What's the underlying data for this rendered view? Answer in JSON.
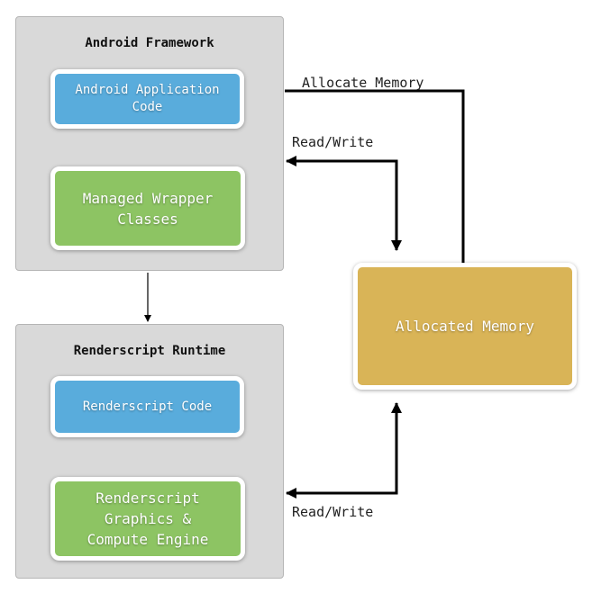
{
  "framework": {
    "title": "Android Framework",
    "app_code": "Android Application\nCode",
    "wrapper": "Managed Wrapper\nClasses"
  },
  "runtime": {
    "title": "Renderscript Runtime",
    "code": "Renderscript Code",
    "engine": "Renderscript\nGraphics &\nCompute Engine"
  },
  "memory": {
    "label": "Allocated Memory"
  },
  "edges": {
    "allocate": "Allocate Memory",
    "read_write_top": "Read/Write",
    "read_write_bottom": "Read/Write"
  },
  "colors": {
    "panel": "#d9d9d9",
    "blue_box": "#59acdc",
    "green_box": "#8dc463",
    "gold_box": "#d9b457",
    "line": "#000000"
  }
}
